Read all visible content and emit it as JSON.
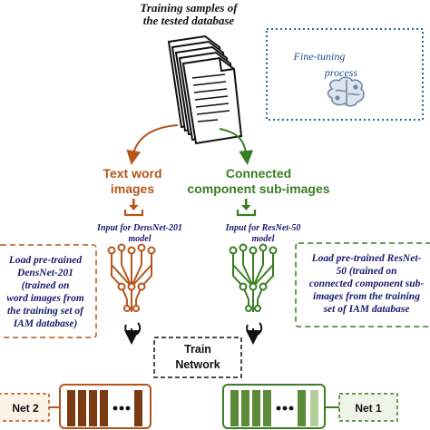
{
  "training_samples": {
    "line1": "Training samples of",
    "line2": "the tested database"
  },
  "fine_tuning": {
    "line1": "Fine-tuning",
    "line2": "process"
  },
  "branch_left": {
    "heading_line1": "Text word",
    "heading_line2": "images",
    "input_label_line1": "Input for DensNet-201",
    "input_label_line2": "model",
    "load_lines": [
      "Load pre-trained",
      "DensNet-201",
      "(trained on",
      "word images from",
      "the training set of",
      "IAM database)"
    ],
    "net_label": "Net 2",
    "color": "#b5561a"
  },
  "branch_right": {
    "heading_line1": "Connected",
    "heading_line2": "component sub-images",
    "input_label_line1": "Input for ResNet-50",
    "input_label_line2": "model",
    "load_lines": [
      "Load pre-trained ResNet-",
      "50 (trained on",
      "connected component sub-",
      "images from the training",
      "set of IAM database"
    ],
    "net_label": "Net 1",
    "color": "#3a7d23"
  },
  "train_network": {
    "line1": "Train",
    "line2": "Network"
  },
  "colors": {
    "orange": "#b5561a",
    "green": "#3a7d23",
    "navy": "#1a1a6e",
    "dashed_blue": "#2a6a8a"
  },
  "icons": [
    "document-stack-icon",
    "brain-icon",
    "tray-download-icon",
    "neural-network-icon",
    "refresh-icon",
    "layer-stack-icon"
  ]
}
